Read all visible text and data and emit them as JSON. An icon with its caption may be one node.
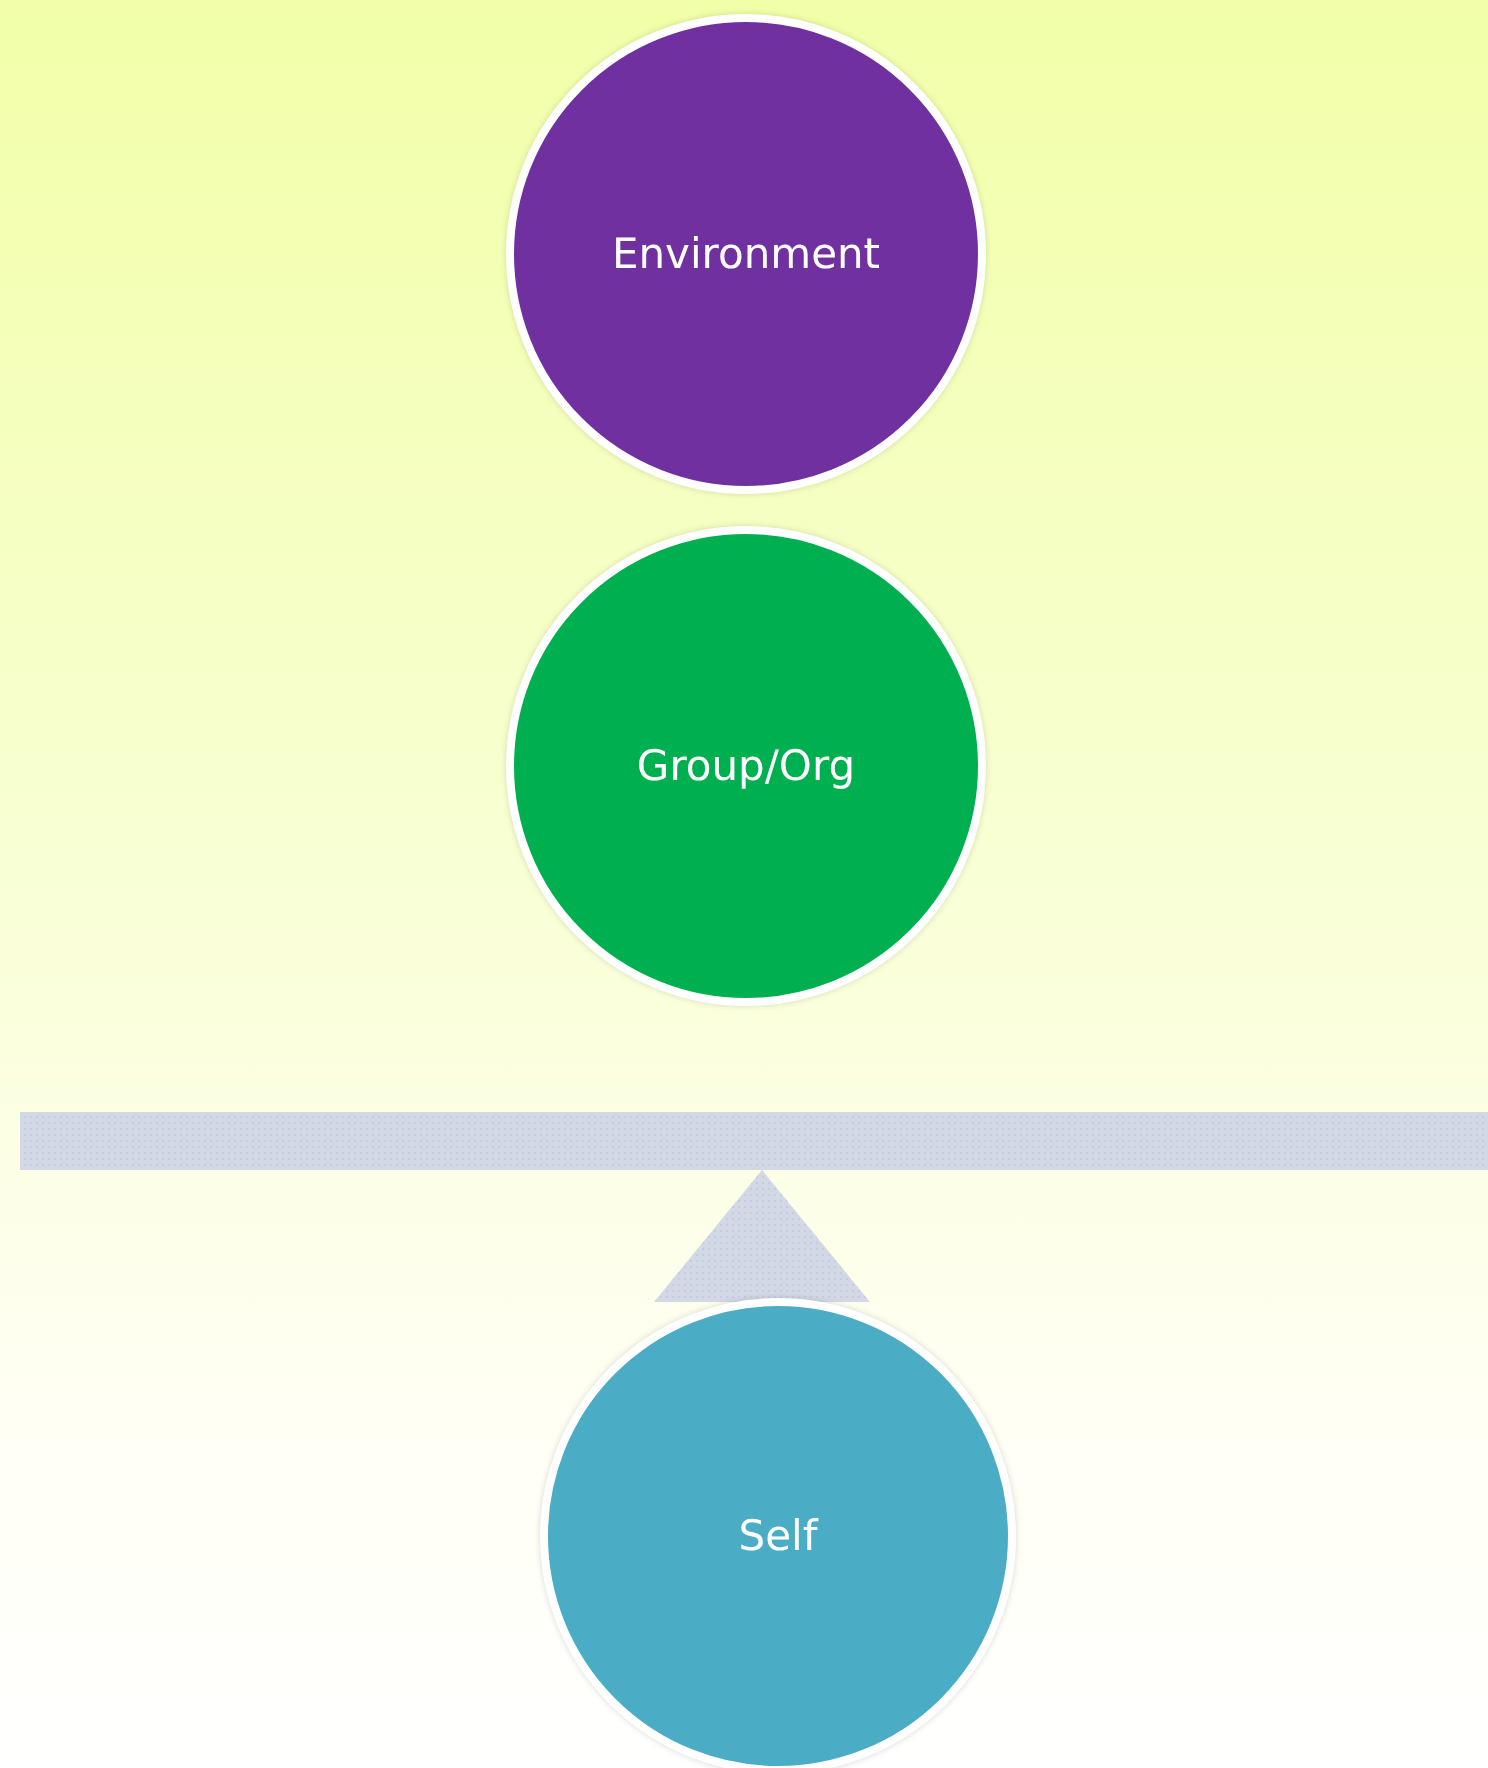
{
  "diagram": {
    "nodes": [
      {
        "text": [
          "Environment"
        ]
      },
      {
        "text": [
          "Group/Org"
        ]
      },
      {
        "text": [
          "Self"
        ]
      }
    ]
  }
}
